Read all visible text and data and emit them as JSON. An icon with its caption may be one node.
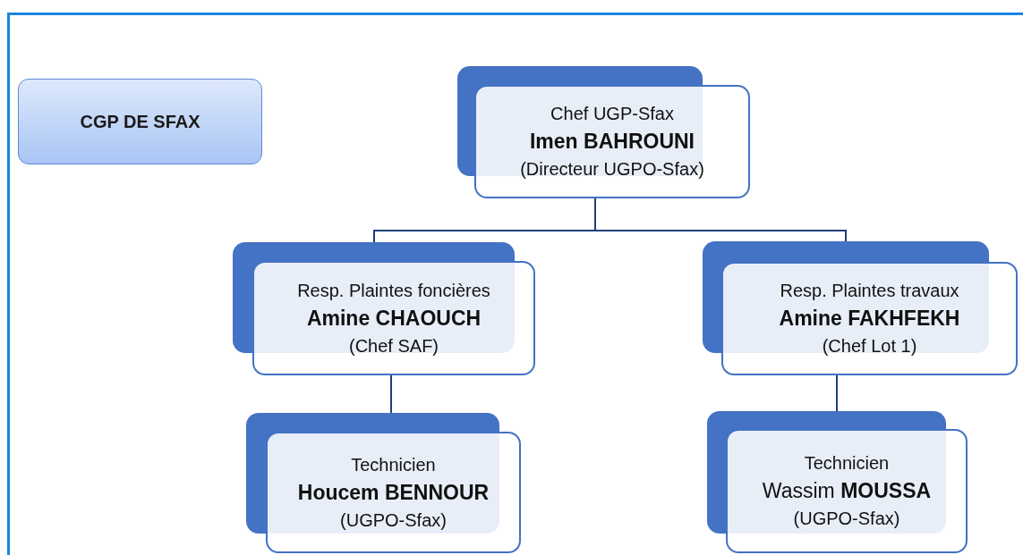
{
  "diagram": {
    "nodes": [
      {
        "text": [
          "CGP DE SFAX"
        ]
      },
      {
        "text": [
          "Chef UGP-Sfax",
          "**Imen BAHROUNI**",
          "(Directeur UGPO-Sfax)"
        ]
      },
      {
        "text": [
          "Resp. Plaintes foncières",
          "**Amine CHAOUCH**",
          "(Chef SAF)"
        ]
      },
      {
        "text": [
          "Resp. Plaintes travaux",
          "**Amine FAKHFEKH**",
          "(Chef Lot 1)"
        ]
      },
      {
        "text": [
          "Technicien",
          "**Houcem BENNOUR**",
          "(UGPO-Sfax)"
        ]
      },
      {
        "text": [
          "Technicien",
          "Wassim **MOUSSA**",
          "(UGPO-Sfax)"
        ]
      }
    ],
    "edges": [
      {
        "from": 1,
        "to": 2,
        "arrow": "none"
      },
      {
        "from": 1,
        "to": 3,
        "arrow": "none"
      },
      {
        "from": 2,
        "to": 4,
        "arrow": "none"
      },
      {
        "from": 3,
        "to": 5,
        "arrow": "none"
      }
    ]
  }
}
